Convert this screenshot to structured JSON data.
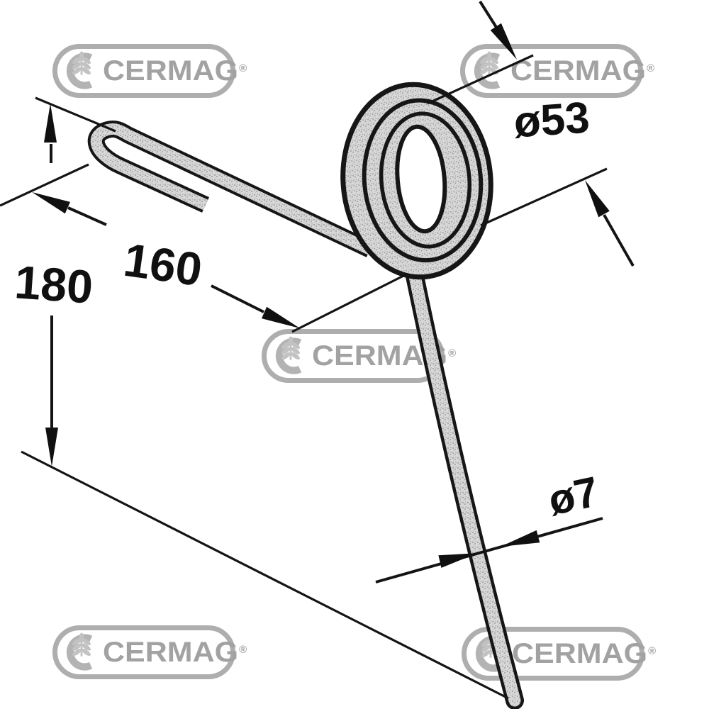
{
  "brand": {
    "name": "CERMAG",
    "registered_mark": "®"
  },
  "dimensions": {
    "coil_diameter": "ø53",
    "overall_length": "180",
    "upper_section_length": "160",
    "wire_diameter": "ø7"
  }
}
